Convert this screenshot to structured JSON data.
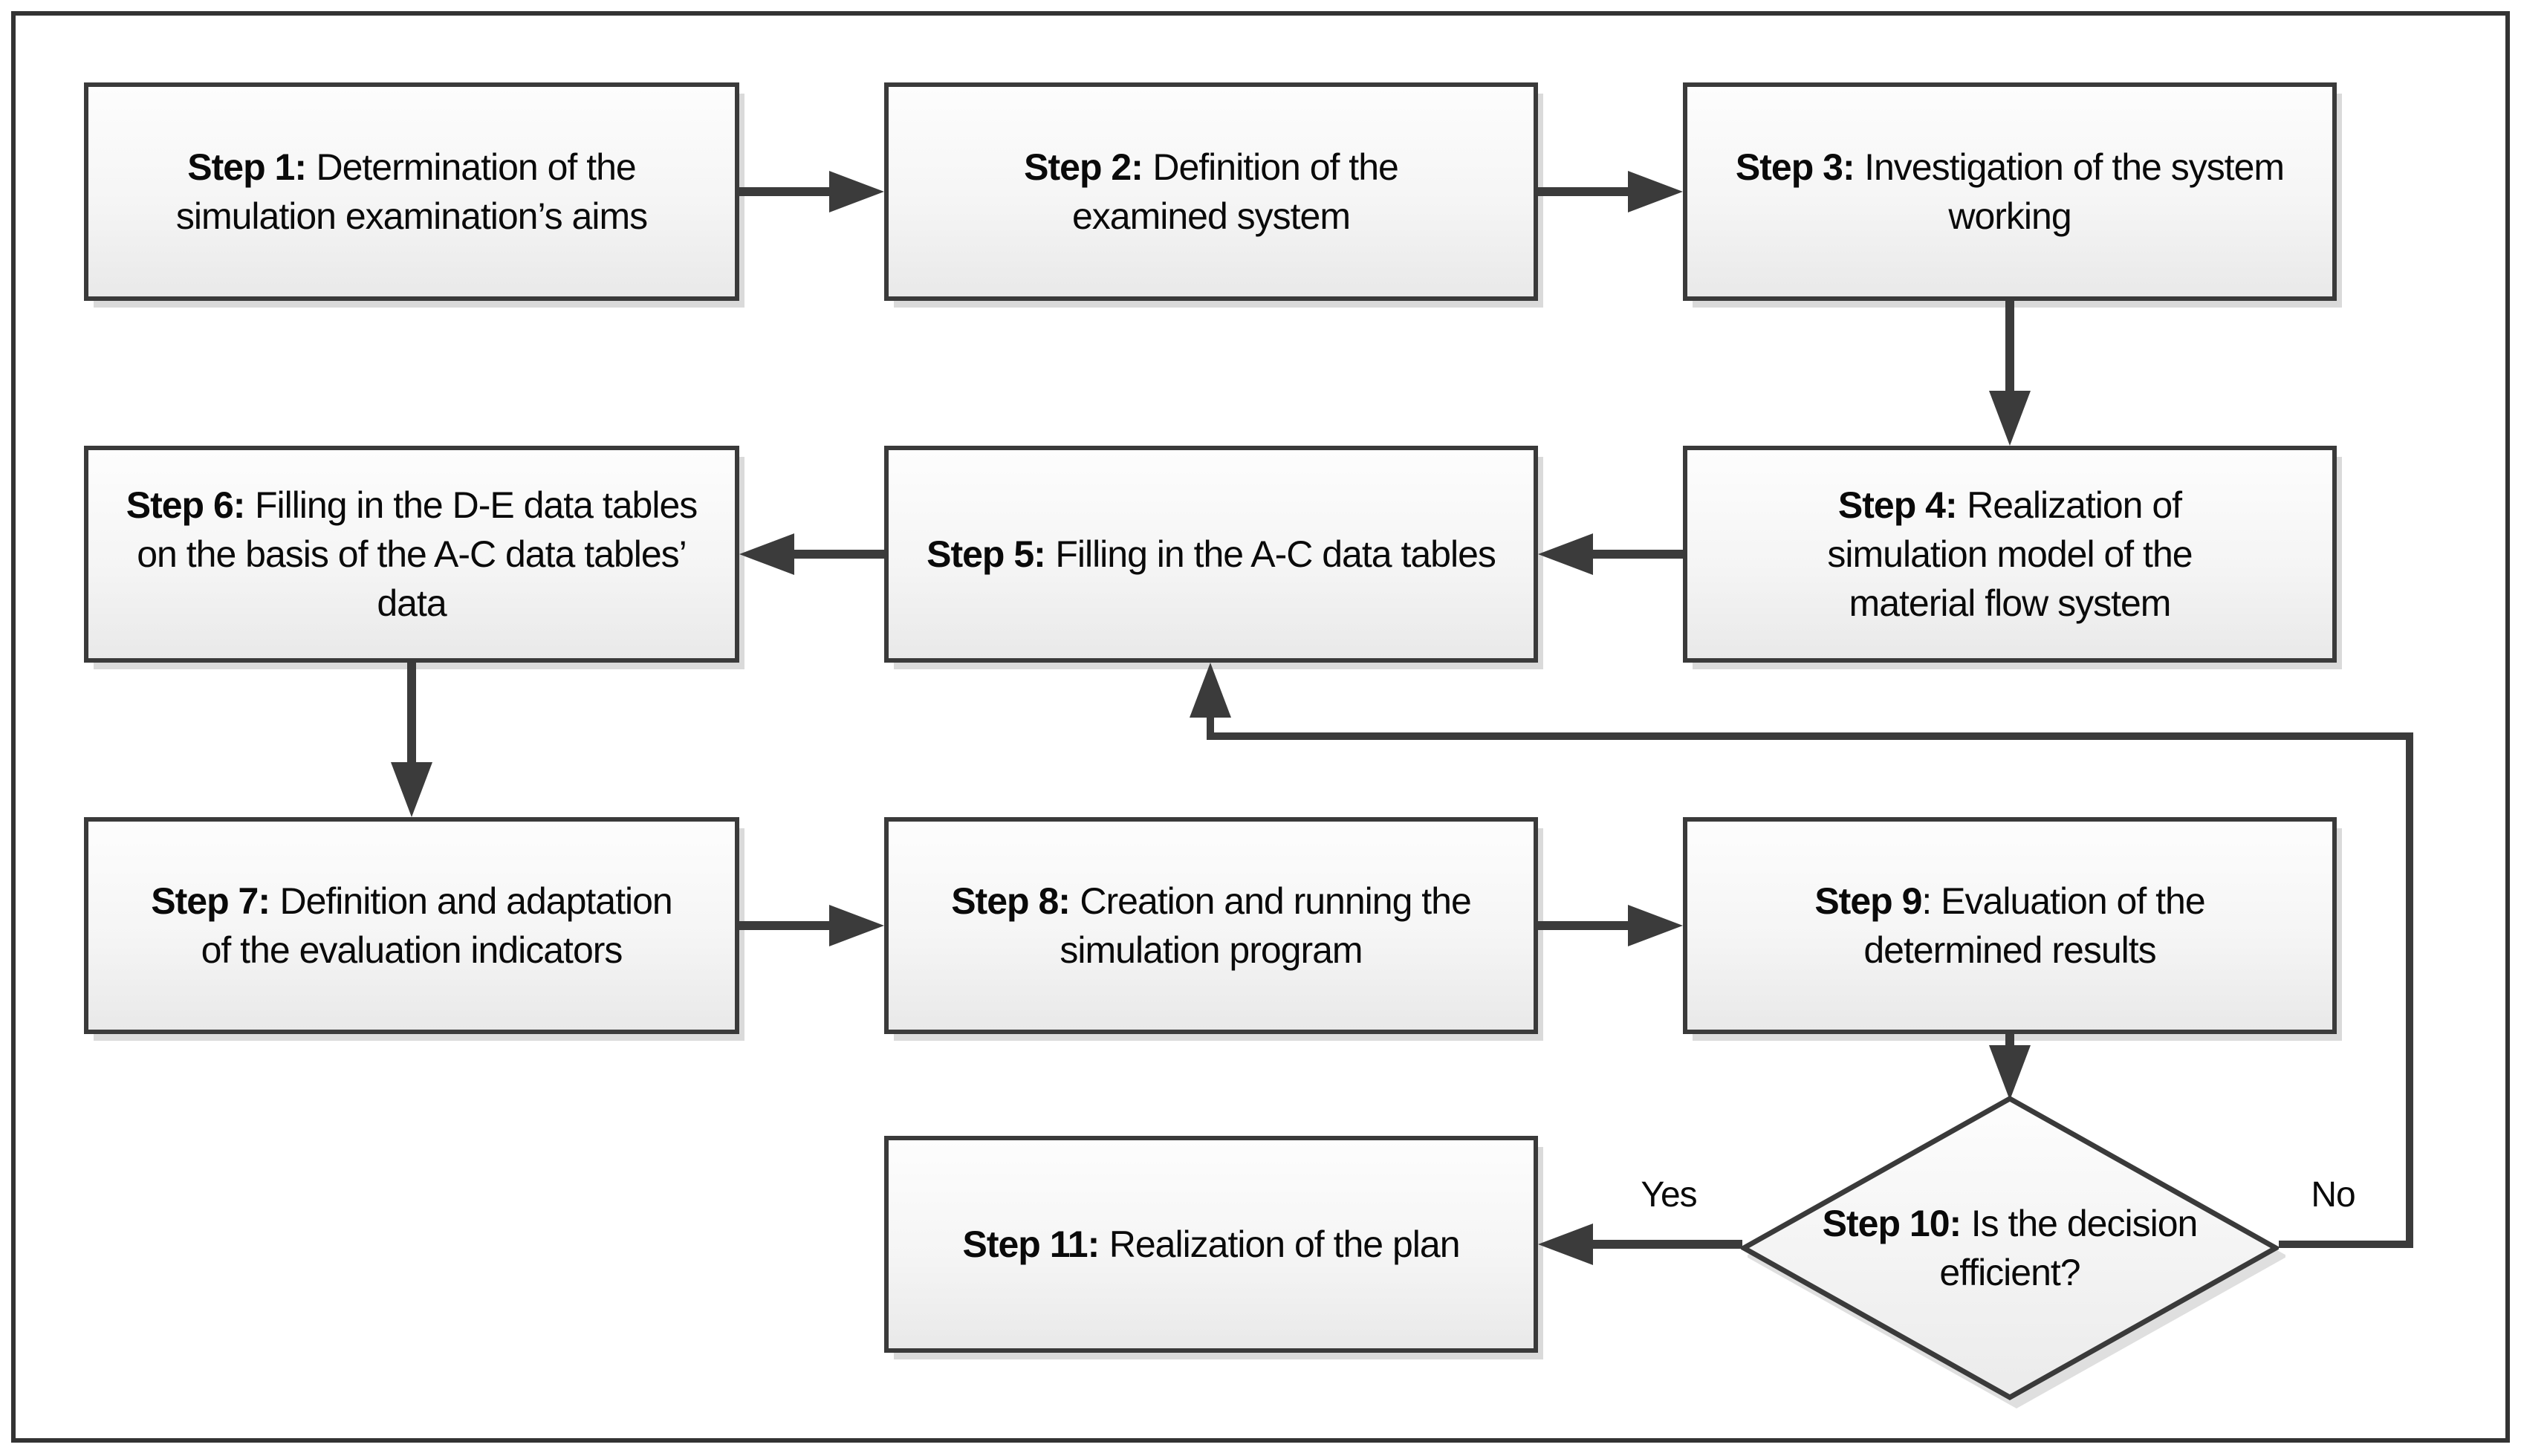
{
  "figure": {
    "type": "flowchart",
    "background": "#ffffff",
    "frame_border_color": "#333333",
    "box_border_color": "#3a3a3a",
    "box_fill_top": "#fdfdfd",
    "box_fill_bottom": "#e9e9e9",
    "arrow_color": "#3b3b3b",
    "text_color": "#0a0a0a"
  },
  "steps": [
    {
      "label": "Step 1:",
      "text": "Determination of the simulation examination’s aims"
    },
    {
      "label": "Step 2:",
      "text": "Definition of the examined system"
    },
    {
      "label": "Step 3:",
      "text": "Investigation of the system working"
    },
    {
      "label": "Step 4:",
      "text": "Realization of simulation model of the material flow system"
    },
    {
      "label": "Step 5:",
      "text": "Filling in the A-C data tables"
    },
    {
      "label": "Step 6:",
      "text": "Filling in the D-E data tables on the basis of the A-C data tables’ data"
    },
    {
      "label": "Step 7:",
      "text": "Definition and adaptation of the evaluation indicators"
    },
    {
      "label": "Step 8:",
      "text": "Creation and running the simulation program"
    },
    {
      "label": "Step 9",
      "text": ": Evaluation of the determined results"
    },
    {
      "label": "Step 10:",
      "text": "Is the decision efficient?"
    },
    {
      "label": "Step 11:",
      "text": "Realization of the plan"
    }
  ],
  "branch_labels": {
    "yes": "Yes",
    "no": "No"
  },
  "flow": [
    "step1 -> step2",
    "step2 -> step3",
    "step3 -> step4",
    "step4 -> step5",
    "step5 -> step6",
    "step6 -> step7",
    "step7 -> step8",
    "step8 -> step9",
    "step9 -> step10",
    "step10 -Yes-> step11",
    "step10 -No-> step5"
  ]
}
